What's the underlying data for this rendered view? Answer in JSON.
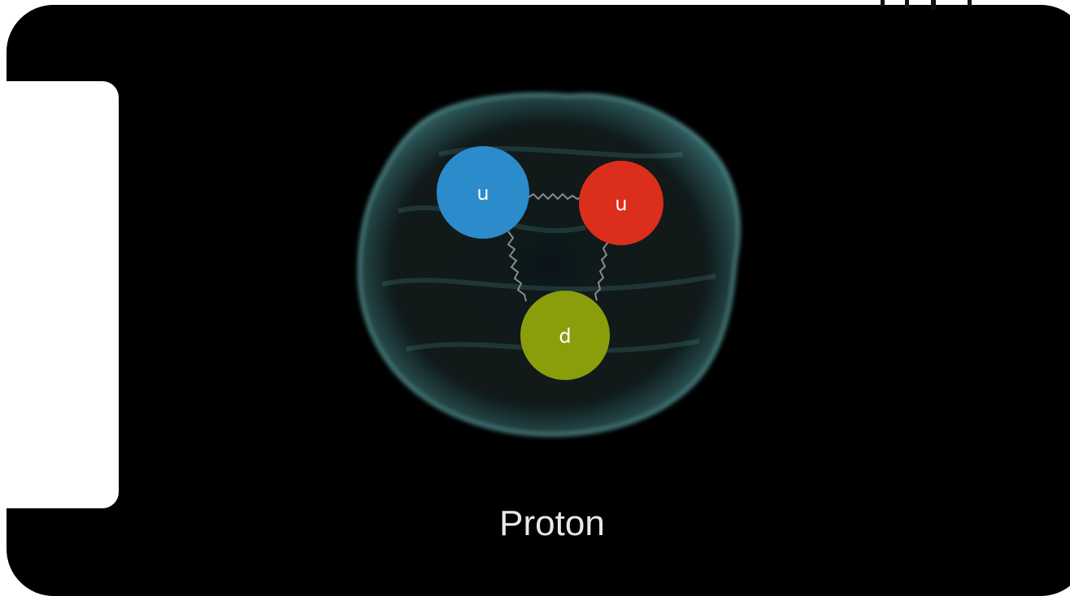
{
  "diagram": {
    "caption": "Proton",
    "quarks": [
      {
        "label": "u",
        "color": "#2b8bcb"
      },
      {
        "label": "u",
        "color": "#dc2e1c"
      },
      {
        "label": "d",
        "color": "#8a9e0c"
      }
    ],
    "cloud_color": "#7fd8dc",
    "background": "#000000"
  }
}
